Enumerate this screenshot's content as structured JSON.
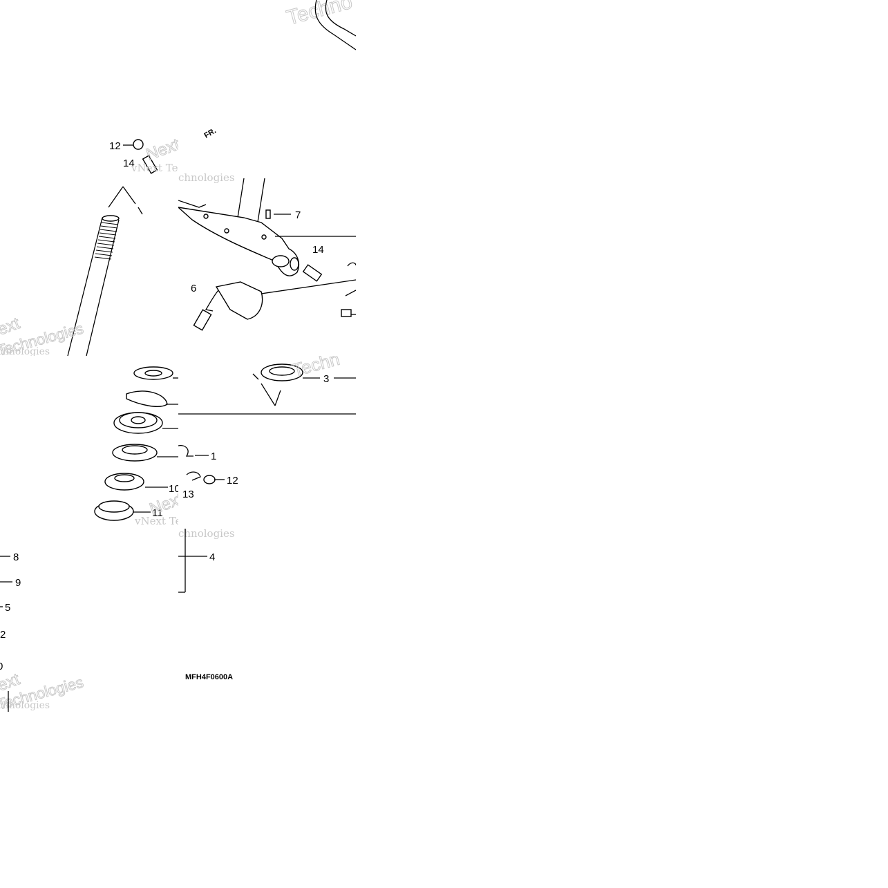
{
  "diagram": {
    "drawing_code": "MFH4F0600A",
    "front_indicator": "FR.",
    "watermark": {
      "line1": "Next",
      "line2": "Technologies",
      "partial1": "Techno",
      "partial2": "vNext Tec",
      "partial3": "chnologies",
      "partial4": "Techn",
      "partial5": "vNext Tec",
      "partial6": "ext",
      "partial7": "chnologies"
    },
    "callouts": {
      "c1": "1",
      "c2": "2",
      "c3": "3",
      "c4": "4",
      "c5": "5",
      "c6": "6",
      "c7": "7",
      "c8": "8",
      "c9": "9",
      "c10_left": "0",
      "c10": "10",
      "c11": "11",
      "c12_top": "12",
      "c12_mid": "12",
      "c13": "13",
      "c14_top": "14",
      "c14_mid": "14"
    }
  }
}
